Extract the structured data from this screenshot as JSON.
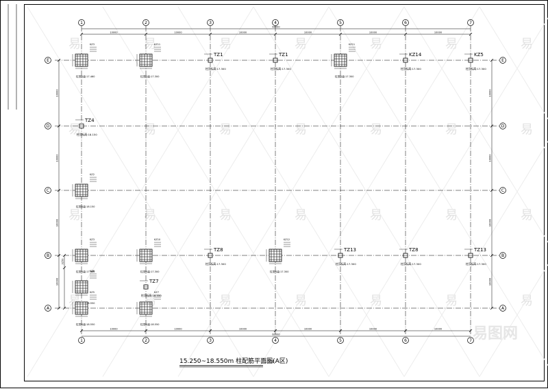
{
  "drawing": {
    "title": "15.250~18.550m 柱配筋平面图(A区)",
    "title_scale": "1:100",
    "watermark_glyph": "易",
    "watermark_brand": "易图网"
  },
  "grid": {
    "columns": [
      "1",
      "2",
      "3",
      "4",
      "5",
      "6",
      "7"
    ],
    "rows": [
      "A",
      "B",
      "C",
      "D",
      "E"
    ],
    "spans_top": [
      "10000",
      "10000",
      "10000",
      "10000",
      "10000",
      "10000"
    ],
    "total_top": "60000",
    "spans_bottom": [
      "10000",
      "10000",
      "10000",
      "10000",
      "10000",
      "10000"
    ],
    "total_bottom": "60000",
    "spans_left": [
      "3250",
      "10000",
      "10000",
      "10000"
    ],
    "spans_right": [
      "10000",
      "10000",
      "10000",
      "10000"
    ]
  },
  "columns": [
    {
      "id": "c1",
      "col": 0,
      "row": 0,
      "type": "section",
      "label": "KZ3",
      "elev": "柱顶标高:17.460"
    },
    {
      "id": "c2",
      "col": 1,
      "row": 0,
      "type": "section",
      "label": "KZ11",
      "elev": "柱顶标高:17.300"
    },
    {
      "id": "c3",
      "col": 2,
      "row": 0,
      "type": "tag",
      "label": "TZ1",
      "elev": "柱顶标高:17.300"
    },
    {
      "id": "c4",
      "col": 3,
      "row": 0,
      "type": "tag",
      "label": "TZ1",
      "elev": "柱顶标高:17.300"
    },
    {
      "id": "c5",
      "col": 4,
      "row": 0,
      "type": "section",
      "label": "KZ11",
      "elev": "柱顶标高:17.300"
    },
    {
      "id": "c6",
      "col": 5,
      "row": 0,
      "type": "tag",
      "label": "KZ14",
      "elev": "柱顶标高:17.300"
    },
    {
      "id": "c7",
      "col": 6,
      "row": 0,
      "type": "tag",
      "label": "KZ5",
      "elev": "柱顶标高:17.300"
    },
    {
      "id": "c8",
      "col": 0,
      "row": 1,
      "type": "tag",
      "label": "TZ4",
      "elev": "柱顶标高:18.150"
    },
    {
      "id": "c9",
      "col": 0,
      "row": 2,
      "type": "section",
      "label": "KZ2",
      "elev": "柱顶标高:18.150"
    },
    {
      "id": "c10",
      "col": 0,
      "row": 3,
      "type": "section",
      "label": "KZ3",
      "elev": "柱顶标高:17.460"
    },
    {
      "id": "c11",
      "col": 1,
      "row": 3,
      "type": "section",
      "label": "KZ10",
      "elev": "柱顶标高:17.300"
    },
    {
      "id": "c12",
      "col": 2,
      "row": 3,
      "type": "tag",
      "label": "TZ8",
      "elev": "柱顶标高:17.300"
    },
    {
      "id": "c13",
      "col": 3,
      "row": 3,
      "type": "section",
      "label": "KZ12",
      "elev": "柱顶标高:17.300"
    },
    {
      "id": "c14",
      "col": 4,
      "row": 3,
      "type": "tag",
      "label": "TZ13",
      "elev": "柱顶标高:17.300"
    },
    {
      "id": "c15",
      "col": 5,
      "row": 3,
      "type": "tag",
      "label": "TZ8",
      "elev": "柱顶标高:17.300"
    },
    {
      "id": "c16",
      "col": 6,
      "row": 3,
      "type": "tag",
      "label": "TZ13",
      "elev": "柱顶标高:17.300"
    },
    {
      "id": "c17",
      "col": 1,
      "row": 3.5,
      "type": "tag",
      "label": "TZ7",
      "elev": "柱顶标高:18.550"
    },
    {
      "id": "c18",
      "col": 0,
      "row": 3.5,
      "type": "section",
      "label": "KZ6",
      "elev": "柱顶标高:18.550"
    },
    {
      "id": "c19",
      "col": 0,
      "row": 4,
      "type": "section",
      "label": "KZ5",
      "elev": "柱顶标高:18.550"
    },
    {
      "id": "c20",
      "col": 1,
      "row": 4,
      "type": "section",
      "label": "KZ7",
      "elev": "柱顶标高:18.550"
    }
  ]
}
